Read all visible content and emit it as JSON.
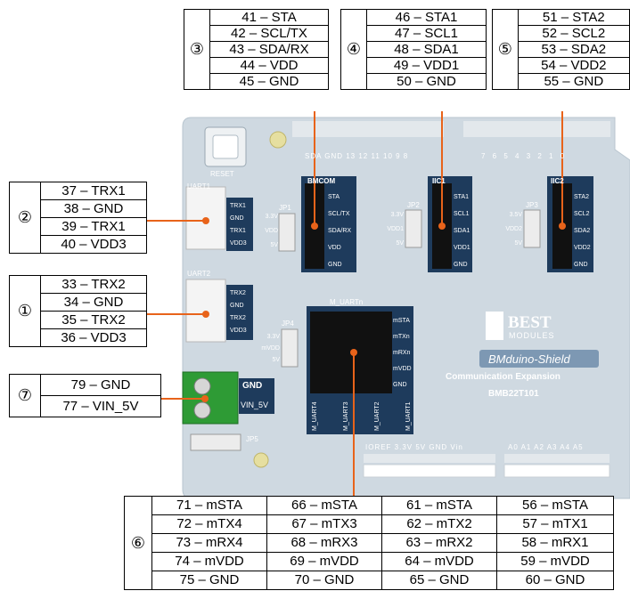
{
  "callouts": {
    "c1": "①",
    "c2": "②",
    "c3": "③",
    "c4": "④",
    "c5": "⑤",
    "c6": "⑥",
    "c7": "⑦"
  },
  "tables": {
    "t3": [
      "41 – STA",
      "42 – SCL/TX",
      "43 – SDA/RX",
      "44 – VDD",
      "45 – GND"
    ],
    "t4": [
      "46 – STA1",
      "47 – SCL1",
      "48 – SDA1",
      "49 – VDD1",
      "50 – GND"
    ],
    "t5": [
      "51 – STA2",
      "52 – SCL2",
      "53 – SDA2",
      "54 – VDD2",
      "55 – GND"
    ],
    "t2": [
      "37 – TRX1",
      "38 – GND",
      "39 – TRX1",
      "40 – VDD3"
    ],
    "t1": [
      "33 – TRX2",
      "34 – GND",
      "35 – TRX2",
      "36 – VDD3"
    ],
    "t7": [
      "79 – GND",
      "77 – VIN_5V"
    ],
    "t6": [
      [
        "71 – mSTA",
        "66 – mSTA",
        "61 – mSTA",
        "56 – mSTA"
      ],
      [
        "72 – mTX4",
        "67 – mTX3",
        "62 – mTX2",
        "57 – mTX1"
      ],
      [
        "73 – mRX4",
        "68 – mRX3",
        "63 – mRX2",
        "58 – mRX1"
      ],
      [
        "74 – mVDD",
        "69 – mVDD",
        "64 – mVDD",
        "59 – mVDD"
      ],
      [
        "75 – GND",
        "70 – GND",
        "65 – GND",
        "60 – GND"
      ]
    ]
  },
  "board": {
    "reset": "RESET",
    "uart1": "UART1",
    "uart2": "UART2",
    "bmcom": "BMCOM",
    "iic1": "IIC1",
    "iic2": "IIC2",
    "m_uartn": "M_UARTn",
    "jp1": "JP1",
    "jp2": "JP2",
    "jp3": "JP3",
    "jp4": "JP4",
    "jp5": "JP5",
    "header_top": "SDA GND 13 12 11 10 9 8",
    "header_top_right": "7 6 5 4 3 2 1 0",
    "header_bottom": "IOREF 3.3V 5V GND Vin",
    "header_bottom_right": "A0 A1 A2 A3 A4 A5",
    "bmcom_pins": [
      "STA",
      "SCL/TX",
      "SDA/RX",
      "VDD",
      "GND"
    ],
    "iic1_pins": [
      "STA1",
      "SCL1",
      "SDA1",
      "VDD1",
      "GND"
    ],
    "iic2_pins": [
      "STA2",
      "SCL2",
      "SDA2",
      "VDD2",
      "GND"
    ],
    "uart1_pins": [
      "TRX1",
      "GND",
      "TRX1",
      "VDD3"
    ],
    "uart2_pins": [
      "TRX2",
      "GND",
      "TRX2",
      "VDD3"
    ],
    "muart_pins": [
      "mSTA",
      "mTXn",
      "mRXn",
      "mVDD",
      "GND"
    ],
    "muart_cols": [
      "M_UART4",
      "M_UART3",
      "M_UART2",
      "M_UART1"
    ],
    "jp1_labels": [
      "3.3V",
      "VDD",
      "5V"
    ],
    "jp2_labels": [
      "3.3V",
      "VDD1",
      "5V"
    ],
    "jp3_labels": [
      "3.5V",
      "VDD2",
      "5V"
    ],
    "jp4_labels": [
      "3.3V",
      "mVDD",
      "5V"
    ],
    "terminal_gnd": "GND",
    "terminal_vin": "VIN_5V",
    "logo_top": "BEST",
    "logo_bottom": "MODULES",
    "product": "BMduino-Shield",
    "subtitle": "Communication Expansion",
    "model": "BMB22T101"
  },
  "colors": {
    "board": "#cfd9e1",
    "dark_block": "#1e3b5c",
    "pin": "#111111",
    "leader": "#e8631a",
    "terminal": "#2e9b35"
  }
}
